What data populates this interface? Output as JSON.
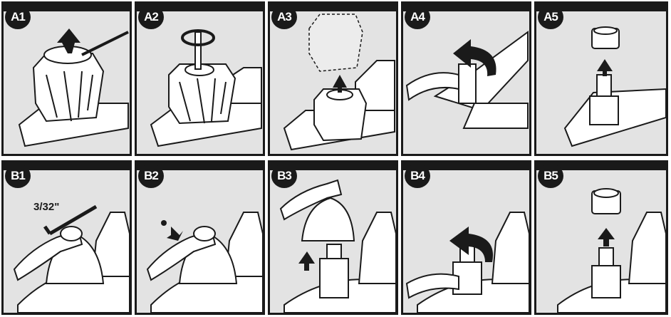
{
  "steps_row_a": [
    {
      "id": "A1"
    },
    {
      "id": "A2"
    },
    {
      "id": "A3"
    },
    {
      "id": "A4"
    },
    {
      "id": "A5"
    }
  ],
  "steps_row_b": [
    {
      "id": "B1"
    },
    {
      "id": "B2"
    },
    {
      "id": "B3"
    },
    {
      "id": "B4"
    },
    {
      "id": "B5"
    }
  ],
  "labels": {
    "allen_key_size": "3/32\""
  },
  "colors": {
    "line": "#1a1a1a",
    "panel_bg": "#e3e3e3",
    "fixture": "#ffffff"
  }
}
